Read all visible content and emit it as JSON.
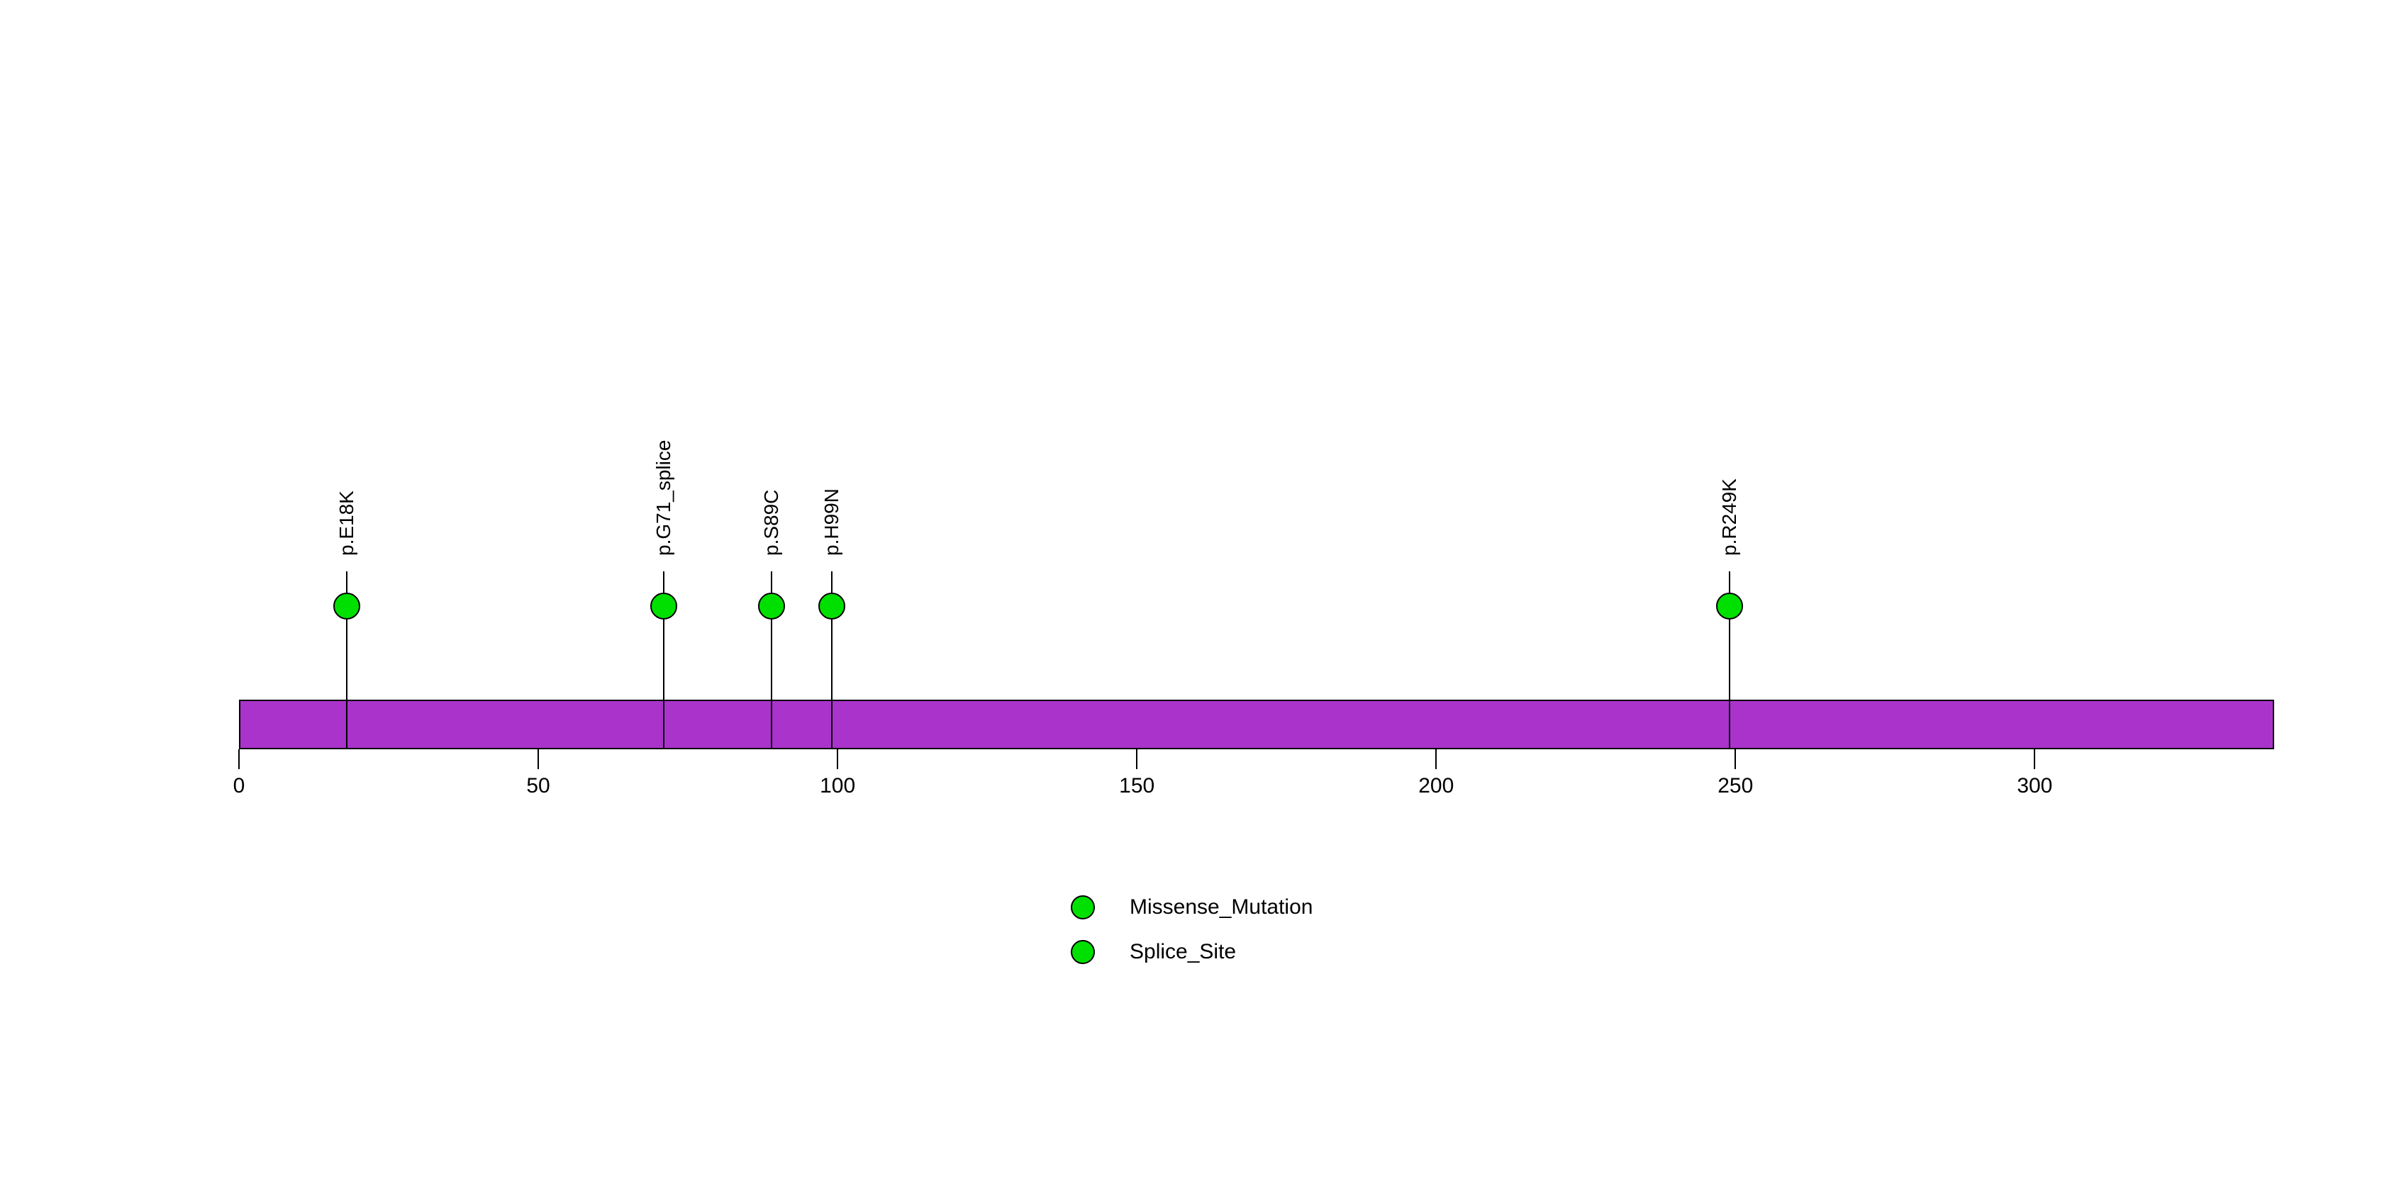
{
  "chart_data": {
    "type": "lollipop",
    "title": "",
    "xlabel": "",
    "ylabel": "",
    "grid": false,
    "background_color": "#ffffff",
    "x_axis": {
      "min": 0,
      "max": 340,
      "ticks": [
        0,
        50,
        100,
        150,
        200,
        250,
        300
      ]
    },
    "protein_bar": {
      "start": 0,
      "end": 340,
      "color": "#AA33CC",
      "outline_color": "#000000"
    },
    "mutations": [
      {
        "label": "p.E18K",
        "position": 18,
        "type": "Missense_Mutation",
        "color": "#00E000"
      },
      {
        "label": "p.G71_splice",
        "position": 71,
        "type": "Splice_Site",
        "color": "#00E000"
      },
      {
        "label": "p.S89C",
        "position": 89,
        "type": "Missense_Mutation",
        "color": "#00E000"
      },
      {
        "label": "p.H99N",
        "position": 99,
        "type": "Missense_Mutation",
        "color": "#00E000"
      },
      {
        "label": "p.R249K",
        "position": 249,
        "type": "Missense_Mutation",
        "color": "#00E000"
      }
    ],
    "legend": {
      "position": "bottom-center",
      "items": [
        {
          "label": "Missense_Mutation",
          "color": "#00E000"
        },
        {
          "label": "Splice_Site",
          "color": "#00E000"
        }
      ]
    }
  }
}
